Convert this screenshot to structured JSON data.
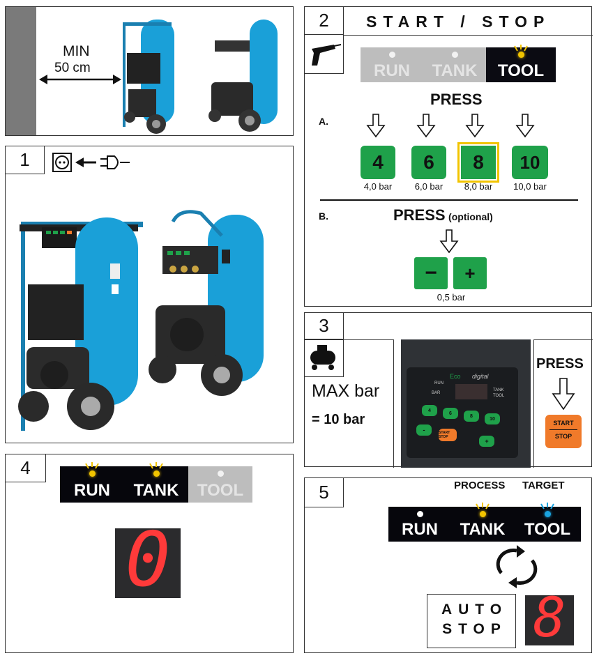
{
  "panel0": {
    "min_label": "MIN",
    "distance_label": "50 cm"
  },
  "panel1": {
    "number": "1"
  },
  "panel2": {
    "number": "2",
    "title": "START / STOP",
    "leds": [
      {
        "label": "RUN",
        "state": "off"
      },
      {
        "label": "TANK",
        "state": "off"
      },
      {
        "label": "TOOL",
        "state": "on"
      }
    ],
    "press_label": "PRESS",
    "step_a": "A.",
    "buttons": [
      {
        "value": "4",
        "sub": "4,0 bar",
        "selected": false
      },
      {
        "value": "6",
        "sub": "6,0 bar",
        "selected": false
      },
      {
        "value": "8",
        "sub": "8,0 bar",
        "selected": true
      },
      {
        "value": "10",
        "sub": "10,0 bar",
        "selected": false
      }
    ],
    "step_b": "B.",
    "press_b": "PRESS",
    "optional": "(optional)",
    "minus": "−",
    "plus": "+",
    "step_value": "0,5 bar"
  },
  "panel3": {
    "number": "3",
    "max_label": "MAX bar",
    "max_value": "= 10 bar",
    "press_label": "PRESS",
    "start_label": "START",
    "stop_label": "STOP",
    "panel_labels": {
      "eco": "Eco",
      "digital": "digital",
      "run": "RUN",
      "tank": "TANK",
      "tool": "TOOL",
      "bar": "BAR",
      "keys": [
        "4",
        "6",
        "8",
        "10"
      ],
      "minus": "-",
      "plus": "+",
      "start_stop": "START STOP"
    }
  },
  "panel4": {
    "number": "4",
    "leds": [
      {
        "label": "RUN",
        "state": "on"
      },
      {
        "label": "TANK",
        "state": "on"
      },
      {
        "label": "TOOL",
        "state": "off"
      }
    ],
    "display_digit": "0"
  },
  "panel5": {
    "number": "5",
    "process_label": "PROCESS",
    "target_label": "TARGET",
    "leds": [
      {
        "label": "RUN",
        "state": "white"
      },
      {
        "label": "TANK",
        "state": "yellow"
      },
      {
        "label": "TOOL",
        "state": "blue"
      }
    ],
    "auto_label": "AUTO",
    "stop_label": "STOP",
    "display_digit": "8"
  },
  "colors": {
    "green": "#1fa14a",
    "yellow": "#f2c400",
    "blue": "#1aa3e0",
    "orange": "#f07a2a",
    "compressor": "#1aa0d8"
  }
}
